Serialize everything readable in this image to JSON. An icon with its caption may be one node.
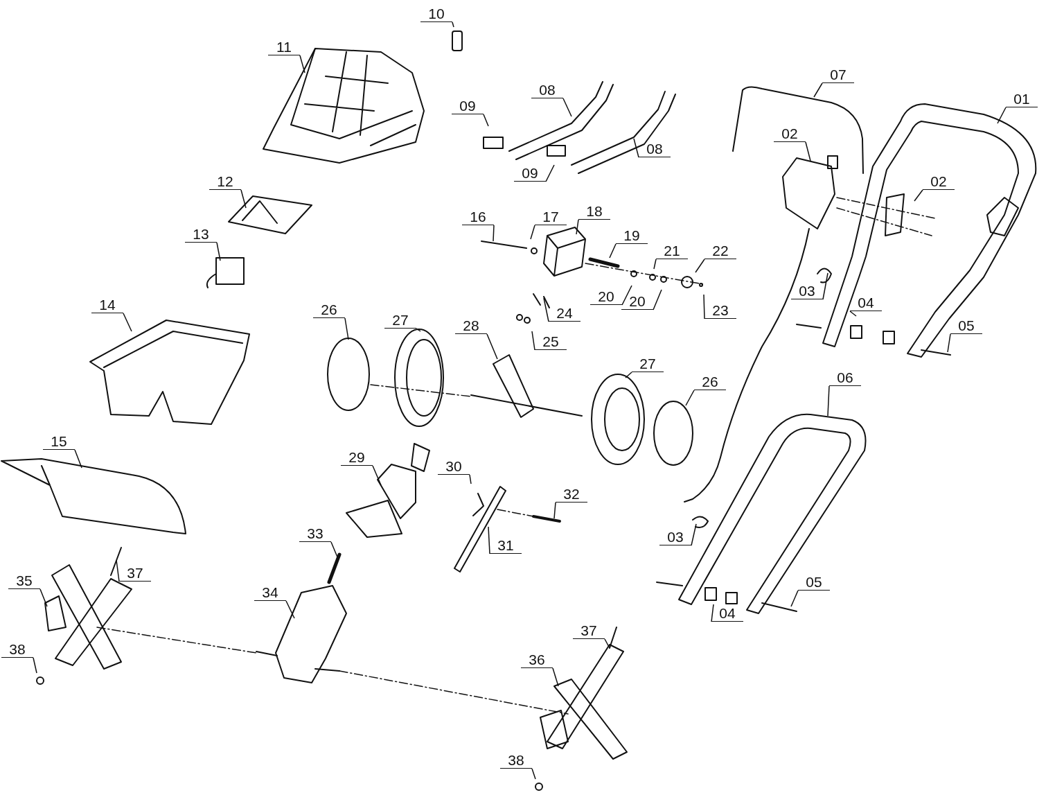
{
  "diagram": {
    "nodes": [
      {
        "text": [
          "10"
        ]
      },
      {
        "text": [
          "11"
        ]
      },
      {
        "text": [
          "07"
        ]
      },
      {
        "text": [
          "08"
        ]
      },
      {
        "text": [
          "01"
        ]
      },
      {
        "text": [
          "09"
        ]
      },
      {
        "text": [
          "02"
        ]
      },
      {
        "text": [
          "08"
        ]
      },
      {
        "text": [
          "09"
        ]
      },
      {
        "text": [
          "12"
        ]
      },
      {
        "text": [
          "02"
        ]
      },
      {
        "text": [
          "16"
        ]
      },
      {
        "text": [
          "17"
        ]
      },
      {
        "text": [
          "18"
        ]
      },
      {
        "text": [
          "19"
        ]
      },
      {
        "text": [
          "13"
        ]
      },
      {
        "text": [
          "21"
        ]
      },
      {
        "text": [
          "22"
        ]
      },
      {
        "text": [
          "03"
        ]
      },
      {
        "text": [
          "20"
        ]
      },
      {
        "text": [
          "20"
        ]
      },
      {
        "text": [
          "23"
        ]
      },
      {
        "text": [
          "04"
        ]
      },
      {
        "text": [
          "24"
        ]
      },
      {
        "text": [
          "14"
        ]
      },
      {
        "text": [
          "26"
        ]
      },
      {
        "text": [
          "27"
        ]
      },
      {
        "text": [
          "05"
        ]
      },
      {
        "text": [
          "28"
        ]
      },
      {
        "text": [
          "25"
        ]
      },
      {
        "text": [
          "27"
        ]
      },
      {
        "text": [
          "26"
        ]
      },
      {
        "text": [
          "06"
        ]
      },
      {
        "text": [
          "15"
        ]
      },
      {
        "text": [
          "29"
        ]
      },
      {
        "text": [
          "30"
        ]
      },
      {
        "text": [
          "32"
        ]
      },
      {
        "text": [
          "03"
        ]
      },
      {
        "text": [
          "31"
        ]
      },
      {
        "text": [
          "33"
        ]
      },
      {
        "text": [
          "37"
        ]
      },
      {
        "text": [
          "35"
        ]
      },
      {
        "text": [
          "34"
        ]
      },
      {
        "text": [
          "05"
        ]
      },
      {
        "text": [
          "04"
        ]
      },
      {
        "text": [
          "38"
        ]
      },
      {
        "text": [
          "37"
        ]
      },
      {
        "text": [
          "36"
        ]
      },
      {
        "text": [
          "38"
        ]
      }
    ],
    "edges": [
      {
        "from": 0,
        "to": null,
        "arrow": "none"
      },
      {
        "from": 1,
        "to": null,
        "arrow": "none"
      },
      {
        "from": 2,
        "to": null,
        "arrow": "none"
      },
      {
        "from": 3,
        "to": null,
        "arrow": "none"
      },
      {
        "from": 4,
        "to": null,
        "arrow": "none"
      },
      {
        "from": 5,
        "to": null,
        "arrow": "none"
      },
      {
        "from": 6,
        "to": null,
        "arrow": "none"
      },
      {
        "from": 7,
        "to": null,
        "arrow": "none"
      },
      {
        "from": 8,
        "to": null,
        "arrow": "none"
      },
      {
        "from": 9,
        "to": null,
        "arrow": "none"
      },
      {
        "from": 10,
        "to": null,
        "arrow": "none"
      },
      {
        "from": 11,
        "to": null,
        "arrow": "none"
      },
      {
        "from": 12,
        "to": null,
        "arrow": "none"
      },
      {
        "from": 13,
        "to": null,
        "arrow": "none"
      },
      {
        "from": 14,
        "to": null,
        "arrow": "none"
      },
      {
        "from": 15,
        "to": null,
        "arrow": "none"
      },
      {
        "from": 16,
        "to": null,
        "arrow": "none"
      },
      {
        "from": 17,
        "to": null,
        "arrow": "none"
      },
      {
        "from": 18,
        "to": null,
        "arrow": "none"
      },
      {
        "from": 19,
        "to": null,
        "arrow": "none"
      },
      {
        "from": 20,
        "to": null,
        "arrow": "none"
      },
      {
        "from": 21,
        "to": null,
        "arrow": "none"
      },
      {
        "from": 22,
        "to": null,
        "arrow": "none"
      },
      {
        "from": 23,
        "to": null,
        "arrow": "none"
      },
      {
        "from": 24,
        "to": null,
        "arrow": "none"
      },
      {
        "from": 25,
        "to": null,
        "arrow": "none"
      },
      {
        "from": 26,
        "to": null,
        "arrow": "none"
      },
      {
        "from": 27,
        "to": null,
        "arrow": "none"
      },
      {
        "from": 28,
        "to": null,
        "arrow": "none"
      },
      {
        "from": 29,
        "to": null,
        "arrow": "none"
      },
      {
        "from": 30,
        "to": null,
        "arrow": "none"
      },
      {
        "from": 31,
        "to": null,
        "arrow": "none"
      },
      {
        "from": 32,
        "to": null,
        "arrow": "none"
      },
      {
        "from": 33,
        "to": null,
        "arrow": "none"
      },
      {
        "from": 34,
        "to": null,
        "arrow": "none"
      },
      {
        "from": 35,
        "to": null,
        "arrow": "none"
      },
      {
        "from": 36,
        "to": null,
        "arrow": "none"
      },
      {
        "from": 37,
        "to": null,
        "arrow": "none"
      },
      {
        "from": 38,
        "to": null,
        "arrow": "none"
      },
      {
        "from": 39,
        "to": null,
        "arrow": "none"
      },
      {
        "from": 40,
        "to": null,
        "arrow": "none"
      },
      {
        "from": 41,
        "to": null,
        "arrow": "none"
      },
      {
        "from": 42,
        "to": null,
        "arrow": "none"
      },
      {
        "from": 43,
        "to": null,
        "arrow": "none"
      },
      {
        "from": 44,
        "to": null,
        "arrow": "none"
      },
      {
        "from": 45,
        "to": null,
        "arrow": "none"
      },
      {
        "from": 46,
        "to": null,
        "arrow": "none"
      },
      {
        "from": 47,
        "to": null,
        "arrow": "none"
      },
      {
        "from": 48,
        "to": null,
        "arrow": "none"
      }
    ]
  }
}
